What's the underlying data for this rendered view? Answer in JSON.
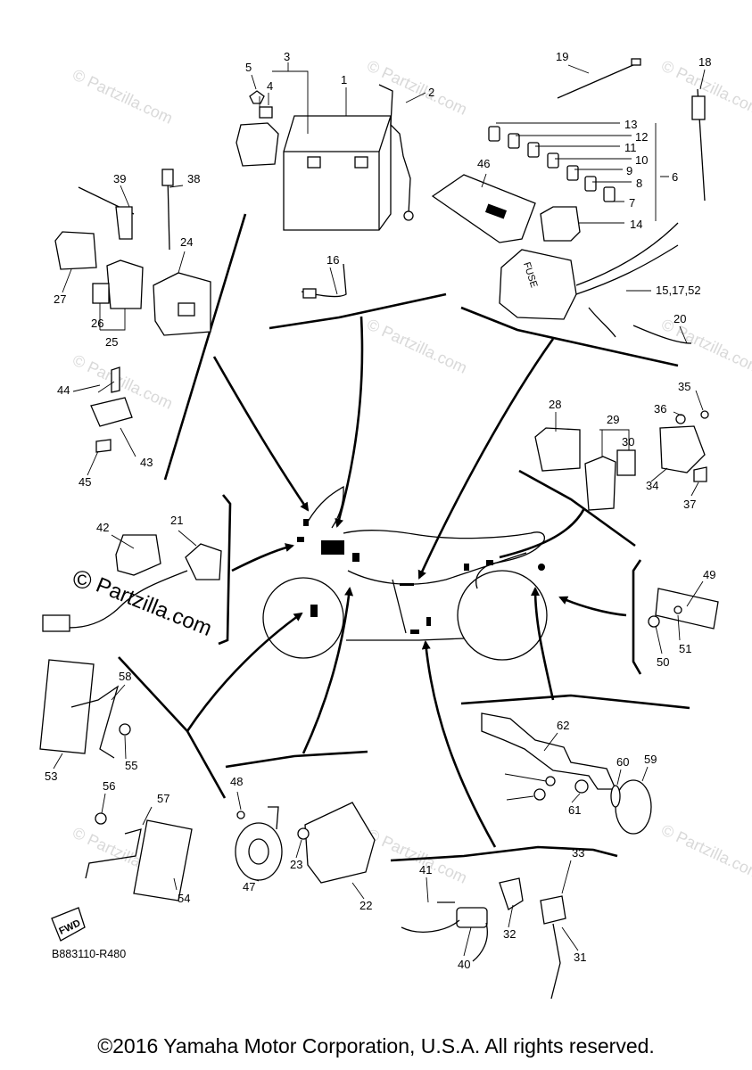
{
  "diagram": {
    "callouts": [
      "1",
      "2",
      "3",
      "4",
      "5",
      "6",
      "7",
      "8",
      "9",
      "10",
      "11",
      "12",
      "13",
      "14",
      "15,17,52",
      "16",
      "18",
      "19",
      "20",
      "21",
      "22",
      "23",
      "24",
      "25",
      "26",
      "27",
      "28",
      "29",
      "30",
      "31",
      "32",
      "33",
      "34",
      "35",
      "36",
      "37",
      "38",
      "39",
      "40",
      "41",
      "42",
      "43",
      "44",
      "45",
      "46",
      "47",
      "48",
      "49",
      "50",
      "51",
      "53",
      "54",
      "55",
      "56",
      "57",
      "58",
      "59",
      "60",
      "61",
      "62"
    ],
    "fuse_label": "FUSE",
    "fwd_label": "FWD",
    "watermark_text": "© Partzilla.com",
    "watermark_big": "Partzilla.com",
    "watermark_symbol": "©",
    "part_code": "B883110-R480"
  },
  "footer": {
    "copyright": "©2016 Yamaha Motor Corporation, U.S.A. All rights reserved."
  }
}
